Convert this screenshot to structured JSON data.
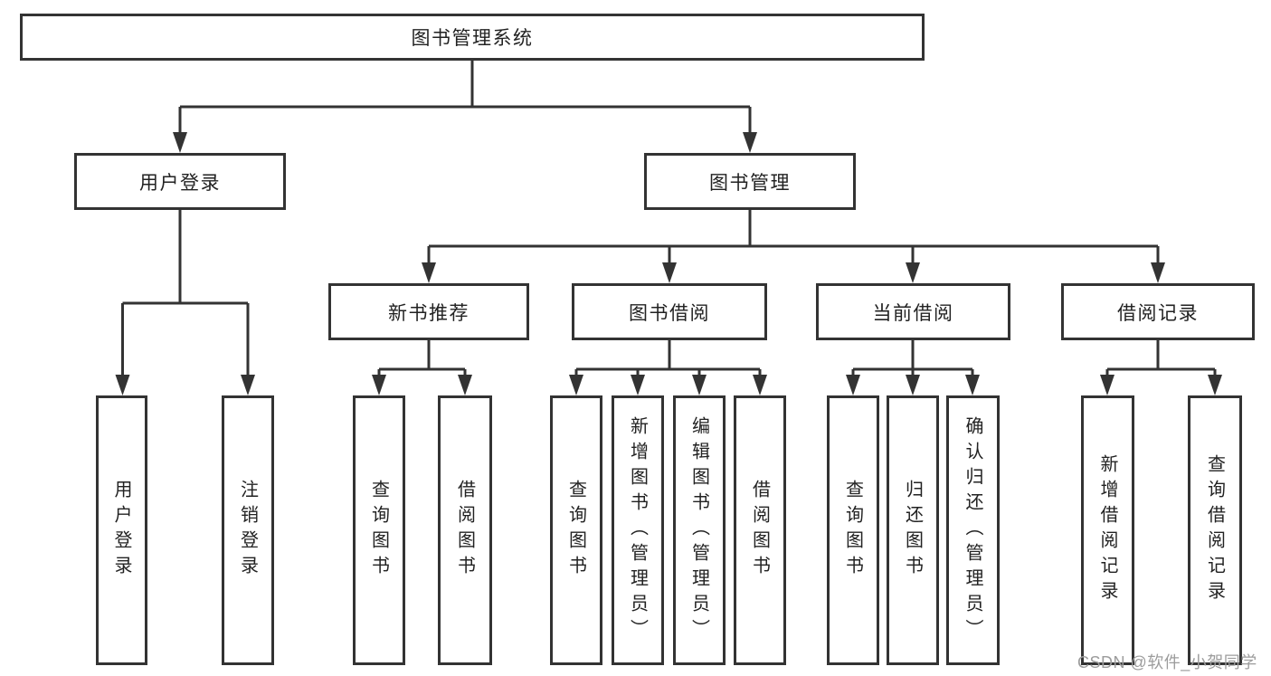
{
  "diagram": {
    "title_node": "图书管理系统",
    "nodes": {
      "user_login": "用户登录",
      "book_management": "图书管理",
      "new_book_recommend": "新书推荐",
      "book_borrow": "图书借阅",
      "current_borrow": "当前借阅",
      "borrow_records": "借阅记录"
    },
    "leaves": {
      "login": [
        "用户登录",
        "注销登录"
      ],
      "new_book_recommend": [
        "查询图书",
        "借阅图书"
      ],
      "book_borrow": [
        "查询图书",
        "新增图书（管理员）",
        "编辑图书（管理员）",
        "借阅图书"
      ],
      "current_borrow": [
        "查询图书",
        "归还图书",
        "确认归还（管理员）"
      ],
      "borrow_records": [
        "新增借阅记录",
        "查询借阅记录"
      ]
    },
    "colors": {
      "line": "#333333",
      "text": "#222222",
      "watermark": "#9c9c9c",
      "background": "#ffffff"
    }
  },
  "watermark": "CSDN @软件_小贺同学"
}
